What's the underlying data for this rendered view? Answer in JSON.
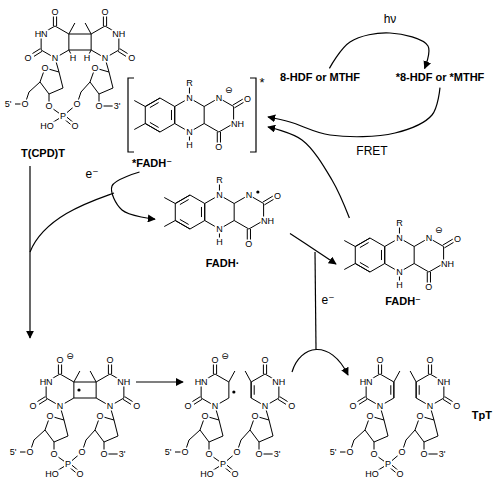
{
  "diagram": {
    "nodes": [
      {
        "text": [
          "T(CPD)T"
        ]
      },
      {
        "text": [
          "8-HDF or MTHF"
        ]
      },
      {
        "text": [
          "*8-HDF or *MTHF"
        ]
      },
      {
        "text": [
          "*FADH⁻"
        ]
      },
      {
        "text": [
          "FADH·"
        ]
      },
      {
        "text": [
          "FADH⁻"
        ]
      },
      {
        "text": [
          "TpT"
        ]
      }
    ],
    "edges": [
      {
        "from": 1,
        "to": 2,
        "arrow": "to",
        "label": "hν"
      },
      {
        "from": 2,
        "to": 3,
        "arrow": "to",
        "label": "FRET"
      },
      {
        "from": 5,
        "to": 3,
        "arrow": "to"
      },
      {
        "from": 3,
        "to": 4,
        "arrow": "to",
        "label": "e⁻"
      },
      {
        "from": 4,
        "to": 5,
        "arrow": "to"
      }
    ],
    "labels": [
      "O",
      "HN",
      "O",
      "N",
      "O",
      "NH",
      "O",
      "N",
      "O",
      "O",
      "O",
      "5'",
      "O",
      "P",
      "HO",
      "O",
      "O",
      "O",
      "3'",
      "H",
      "H",
      "R",
      "N",
      "N",
      "O",
      "NH",
      "O",
      "N",
      "H",
      "⊖",
      "*",
      "R",
      "N",
      "N",
      "O",
      "NH",
      "O",
      "N",
      "H",
      "R",
      "N",
      "N",
      "O",
      "NH",
      "O",
      "N",
      "H",
      "⊖",
      "O",
      "HN",
      "O",
      "N",
      "O",
      "NH",
      "O",
      "N",
      "O",
      "O",
      "O",
      "5'",
      "O",
      "P",
      "HO",
      "O",
      "O",
      "O",
      "3'",
      "⊖",
      "O",
      "HN",
      "O",
      "N",
      "O",
      "NH",
      "O",
      "N",
      "O",
      "O",
      "O",
      "5'",
      "O",
      "P",
      "HO",
      "O",
      "O",
      "O",
      "3'",
      "⊖",
      "O",
      "HN",
      "O",
      "N",
      "O",
      "NH",
      "O",
      "N",
      "O",
      "O",
      "O",
      "5'",
      "O",
      "P",
      "HO",
      "O",
      "O",
      "O",
      "3'",
      "e⁻"
    ]
  }
}
